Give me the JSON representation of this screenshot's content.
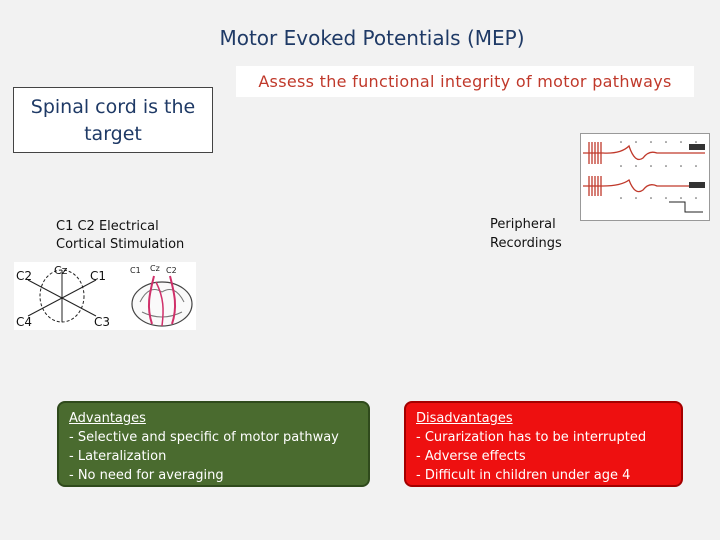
{
  "title": "Motor  Evoked Potentials  (MEP)",
  "assess_text": "Assess  the  functional  integrity  of  motor  pathways",
  "target_text": "Spinal cord is the target",
  "stimulation_label": "C1  C2  Electrical\nCortical Stimulation",
  "peripheral_label": "Peripheral\nRecordings",
  "figure_labels": {
    "c2_left": "C2",
    "cz": "Cz",
    "c1": "C1",
    "c4": "C4",
    "c3": "C3",
    "head_c1": "C1",
    "head_c2": "C2",
    "head_cz": "Cz"
  },
  "advantages": {
    "header": "Advantages",
    "items": [
      "-   Selective and specific of motor pathway",
      "-   Lateralization",
      "-   No need for averaging"
    ]
  },
  "disadvantages": {
    "header": "Disadvantages",
    "items": [
      "-   Curarization has to be interrupted",
      "-   Adverse effects",
      "-   Difficult in children under age 4"
    ]
  },
  "colors": {
    "title": "#1f3a66",
    "assess": "#c0392b",
    "advantages_bg": "#4a6b2f",
    "disadvantages_bg": "#ee1010"
  }
}
